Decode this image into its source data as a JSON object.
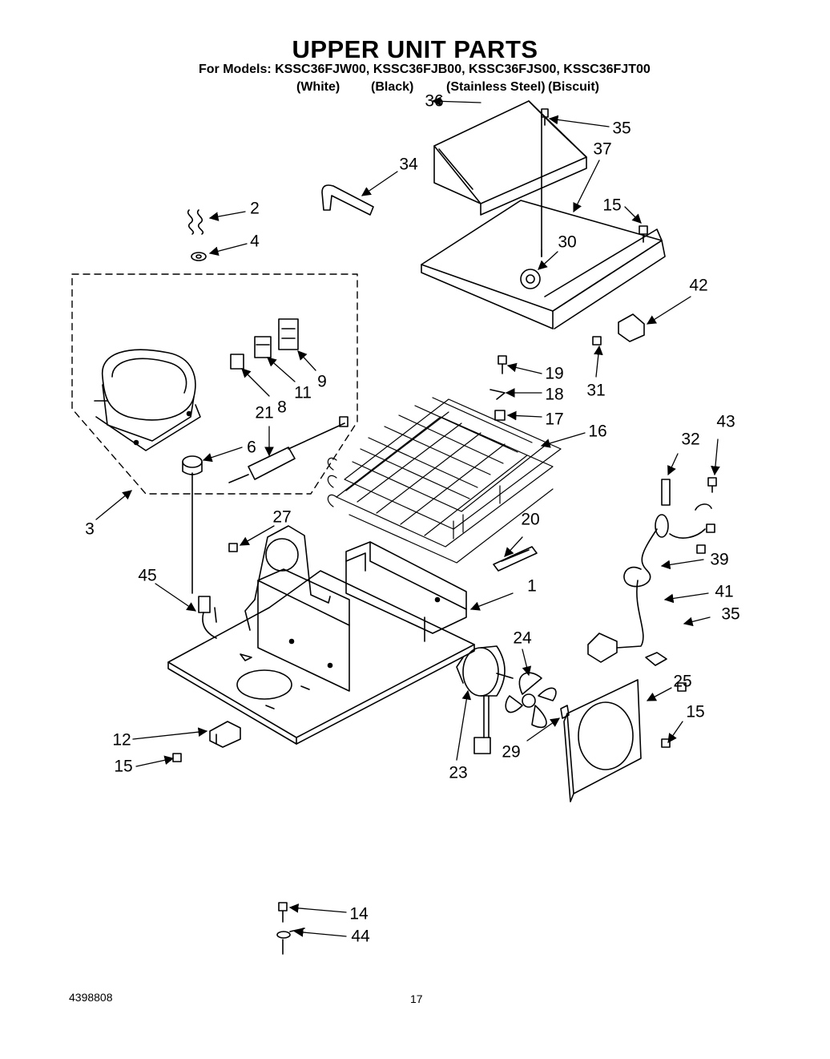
{
  "header": {
    "title": "UPPER UNIT PARTS",
    "models_line": "For Models: KSSC36FJW00, KSSC36FJB00, KSSC36FJS00, KSSC36FJT00",
    "variants": [
      "(White)",
      "(Black)",
      "(Stainless Steel)",
      "(Biscuit)"
    ]
  },
  "callouts": {
    "c1": "1",
    "c2": "2",
    "c3": "3",
    "c4": "4",
    "c6": "6",
    "c8": "8",
    "c9": "9",
    "c11": "11",
    "c12": "12",
    "c14": "14",
    "c15a": "15",
    "c15b": "15",
    "c15c": "15",
    "c16": "16",
    "c17": "17",
    "c18": "18",
    "c19": "19",
    "c20": "20",
    "c21": "21",
    "c23": "23",
    "c24": "24",
    "c25": "25",
    "c27": "27",
    "c29": "29",
    "c30": "30",
    "c31": "31",
    "c32": "32",
    "c34": "34",
    "c35a": "35",
    "c35b": "35",
    "c36": "36",
    "c37": "37",
    "c39": "39",
    "c41": "41",
    "c42": "42",
    "c43": "43",
    "c44": "44",
    "c45": "45"
  },
  "footer": {
    "doc_number": "4398808",
    "page_number": "17"
  }
}
